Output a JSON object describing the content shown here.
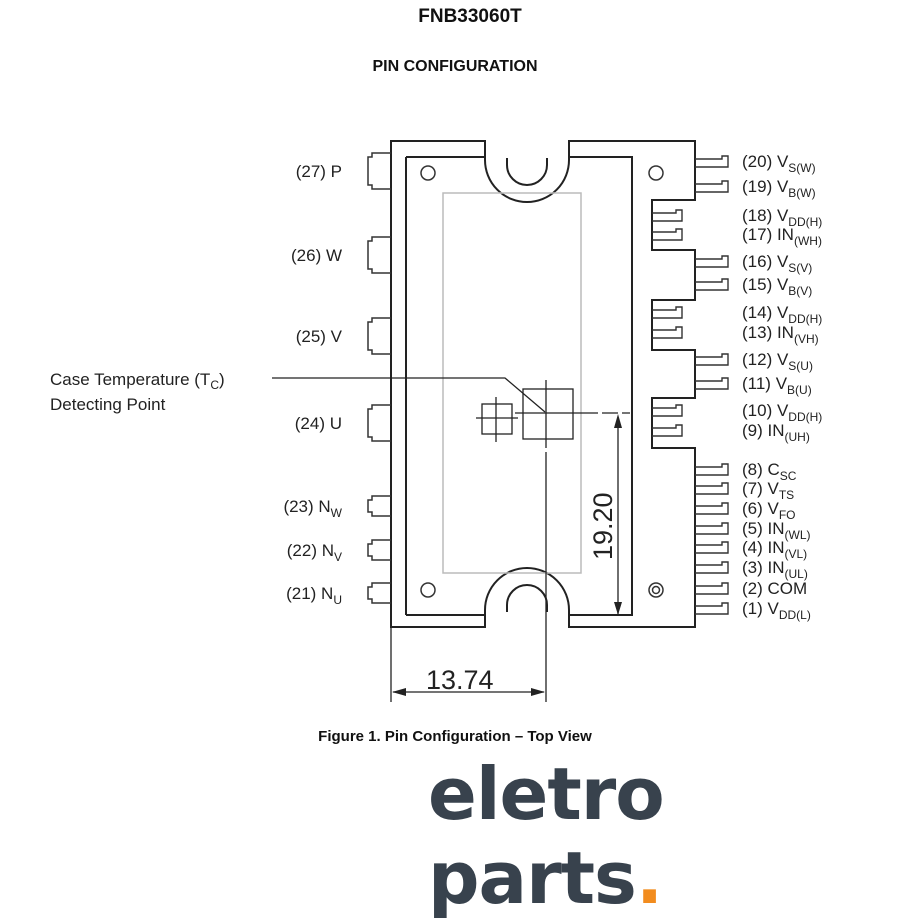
{
  "header": {
    "part_number": "FNB33060T",
    "section_title": "PIN CONFIGURATION"
  },
  "caption": "Figure 1. Pin Configuration – Top View",
  "case_temp_label": {
    "line1_prefix": "Case Temperature (T",
    "line1_sub": "C",
    "line1_suffix": ")",
    "line2": "Detecting Point"
  },
  "dimensions": {
    "vertical": "19.20",
    "horizontal": "13.74"
  },
  "left_pins": [
    {
      "num": "(27)",
      "name": "P",
      "sub": ""
    },
    {
      "num": "(26)",
      "name": "W",
      "sub": ""
    },
    {
      "num": "(25)",
      "name": "V",
      "sub": ""
    },
    {
      "num": "(24)",
      "name": "U",
      "sub": ""
    },
    {
      "num": "(23)",
      "name": "N",
      "sub": "W"
    },
    {
      "num": "(22)",
      "name": "N",
      "sub": "V"
    },
    {
      "num": "(21)",
      "name": "N",
      "sub": "U"
    }
  ],
  "right_pins": [
    {
      "num": "(20)",
      "name": "V",
      "sub": "S(W)"
    },
    {
      "num": "(19)",
      "name": "V",
      "sub": "B(W)"
    },
    {
      "num": "(18)",
      "name": "V",
      "sub": "DD(H)"
    },
    {
      "num": "(17)",
      "name": "IN",
      "sub": "(WH)"
    },
    {
      "num": "(16)",
      "name": "V",
      "sub": "S(V)"
    },
    {
      "num": "(15)",
      "name": "V",
      "sub": "B(V)"
    },
    {
      "num": "(14)",
      "name": "V",
      "sub": "DD(H)"
    },
    {
      "num": "(13)",
      "name": "IN",
      "sub": "(VH)"
    },
    {
      "num": "(12)",
      "name": "V",
      "sub": "S(U)"
    },
    {
      "num": "(11)",
      "name": "V",
      "sub": "B(U)"
    },
    {
      "num": "(10)",
      "name": "V",
      "sub": "DD(H)"
    },
    {
      "num": "(9)",
      "name": "IN",
      "sub": "(UH)"
    },
    {
      "num": "(8)",
      "name": "C",
      "sub": "SC"
    },
    {
      "num": "(7)",
      "name": "V",
      "sub": "TS"
    },
    {
      "num": "(6)",
      "name": "V",
      "sub": "FO"
    },
    {
      "num": "(5)",
      "name": "IN",
      "sub": "(WL)"
    },
    {
      "num": "(4)",
      "name": "IN",
      "sub": "(VL)"
    },
    {
      "num": "(3)",
      "name": "IN",
      "sub": "(UL)"
    },
    {
      "num": "(2)",
      "name": "COM",
      "sub": ""
    },
    {
      "num": "(1)",
      "name": "V",
      "sub": "DD(L)"
    }
  ],
  "logo": {
    "text": "eletro parts",
    "dot": ".",
    "text_color": "#38424d",
    "dot_color": "#f28c1e"
  }
}
